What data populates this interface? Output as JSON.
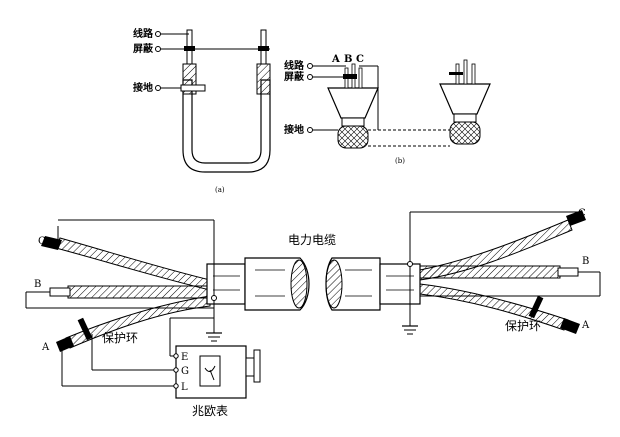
{
  "fig_a": {
    "label_line": "线路",
    "label_shield": "屏蔽",
    "label_ground": "接地",
    "caption": "(a)"
  },
  "fig_b": {
    "label_line": "线路",
    "label_shield": "屏蔽",
    "label_ground": "接地",
    "terminal_a": "A",
    "terminal_b": "B",
    "terminal_c": "C",
    "caption": "(b)"
  },
  "main": {
    "cable_label": "电力电缆",
    "core_c_left": "C",
    "core_b_left": "B",
    "core_a_left": "A",
    "core_c_right": "C",
    "core_b_right": "B",
    "core_a_right": "A",
    "guard_ring_left": "保护环",
    "guard_ring_right": "保护环",
    "meter_label": "兆欧表",
    "meter_terminal_e": "E",
    "meter_terminal_g": "G",
    "meter_terminal_l": "L"
  }
}
